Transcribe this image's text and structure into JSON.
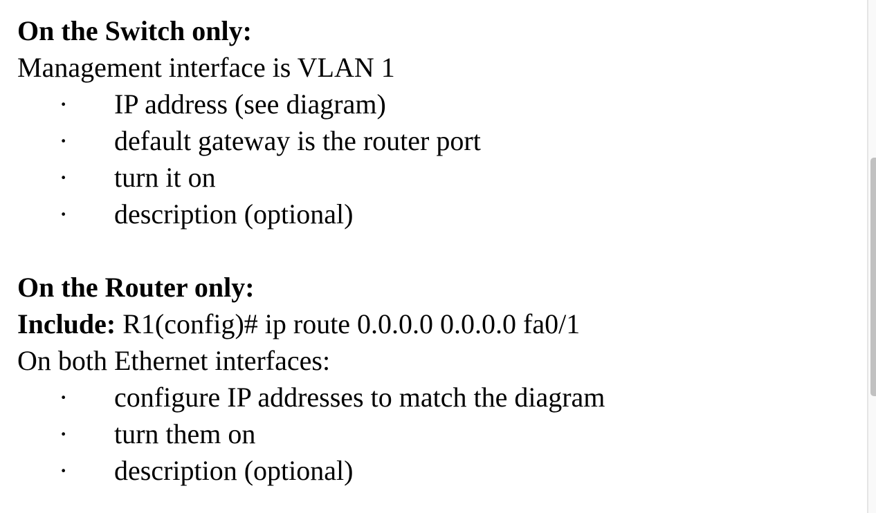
{
  "doc": {
    "section1": {
      "heading": "On the Switch only:",
      "intro": "Management interface is VLAN 1",
      "bullets": [
        "IP address (see diagram)",
        "default gateway is the router port",
        "turn it on",
        "description (optional)"
      ]
    },
    "section2": {
      "heading": "On the Router only:",
      "include_label": "Include:",
      "include_command": " R1(config)# ip route 0.0.0.0 0.0.0.0 fa0/1",
      "intro": "On both Ethernet interfaces:",
      "bullets": [
        "configure IP addresses to match the diagram",
        "turn them on",
        "description (optional)"
      ]
    }
  },
  "bullet_marker": "·",
  "colors": {
    "text": "#000000",
    "background": "#ffffff",
    "scrollbar_track": "#f9f9f9",
    "scrollbar_thumb": "#c1c1c1",
    "pane_divider": "#e5e5e5"
  }
}
